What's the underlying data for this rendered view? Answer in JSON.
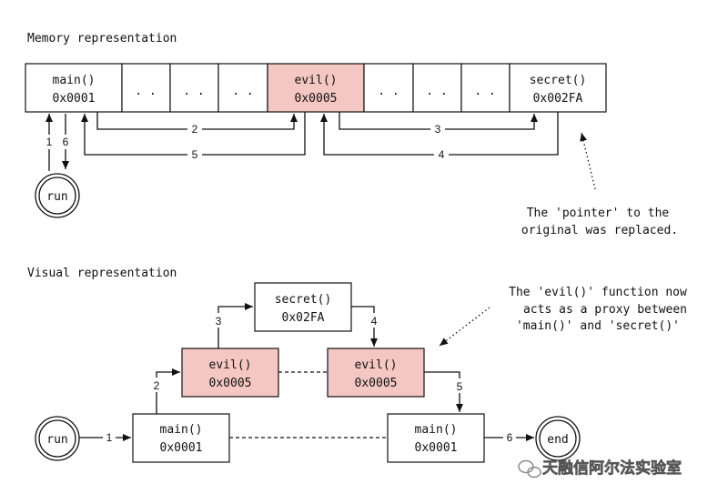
{
  "sections": {
    "memory_title": "Memory representation",
    "visual_title": "Visual representation"
  },
  "memory": {
    "cells": [
      {
        "name": "main()",
        "addr": "0x0001"
      },
      {
        "dots": ". ."
      },
      {
        "dots": ". ."
      },
      {
        "dots": ". ."
      },
      {
        "name": "evil()",
        "addr": "0x0005"
      },
      {
        "dots": ". ."
      },
      {
        "dots": ". ."
      },
      {
        "dots": ". ."
      },
      {
        "name": "secret()",
        "addr": "0x002FA"
      }
    ],
    "arrow_labels": [
      "1",
      "2",
      "3",
      "4",
      "5",
      "6"
    ],
    "run_label": "run",
    "note_lines": [
      "The 'pointer' to the",
      "original was replaced."
    ]
  },
  "visual": {
    "main_left": {
      "name": "main()",
      "addr": "0x0001"
    },
    "evil_left": {
      "name": "evil()",
      "addr": "0x0005"
    },
    "secret": {
      "name": "secret()",
      "addr": "0x02FA"
    },
    "evil_right": {
      "name": "evil()",
      "addr": "0x0005"
    },
    "main_right": {
      "name": "main()",
      "addr": "0x0001"
    },
    "run_label": "run",
    "end_label": "end",
    "arrow_labels": [
      "1",
      "2",
      "3",
      "4",
      "5",
      "6"
    ],
    "note_lines": [
      "The 'evil()' function now",
      "acts as a proxy between",
      "'main()' and 'secret()'"
    ]
  },
  "watermark": "天融信阿尔法实验室",
  "colors": {
    "evil_fill": "#f4c7c3",
    "line": "#111111"
  }
}
